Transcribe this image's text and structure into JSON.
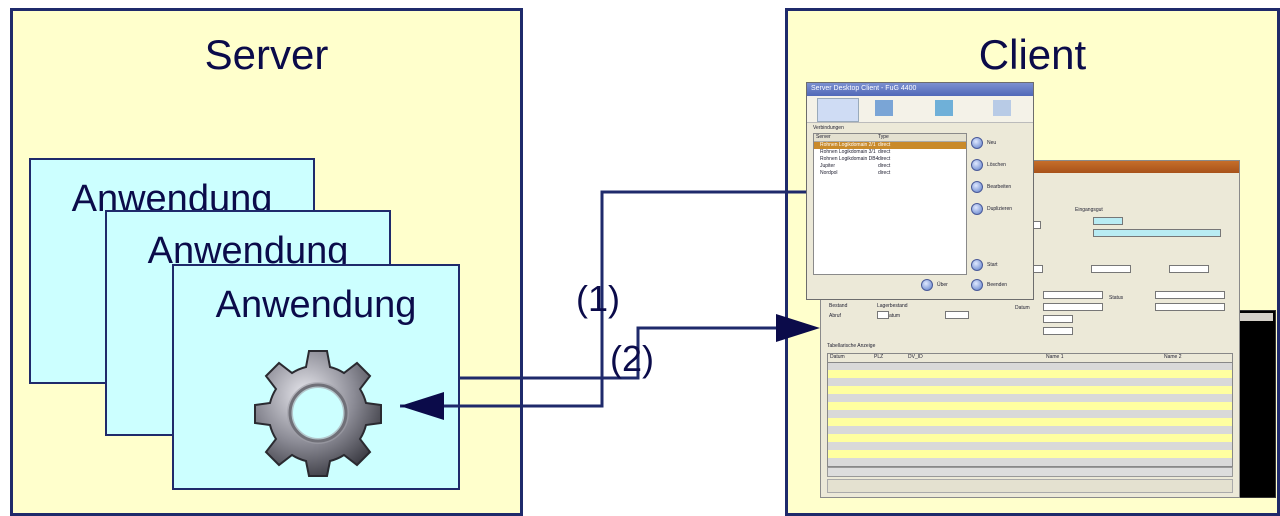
{
  "server": {
    "title": "Server"
  },
  "client": {
    "title": "Client"
  },
  "applications": [
    {
      "label": "Anwendung"
    },
    {
      "label": "Anwendung"
    },
    {
      "label": "Anwendung"
    }
  ],
  "arrows": {
    "step1": "(1)",
    "step2": "(2)"
  },
  "icons": {
    "app_icon": "gear-icon"
  },
  "colors": {
    "box_fill": "#ffffcc",
    "app_fill": "#ccffff",
    "line": "#1f2a6b"
  },
  "client_window_main": {
    "title": "Server Desktop Client - FuG 4400",
    "section": "Verbindungen",
    "columns": [
      "Server",
      "Type"
    ],
    "rows": [
      {
        "name": "Rohnen Logikdomain 2/1",
        "type": "direct"
      },
      {
        "name": "Rohnen Logikdomain 3/1",
        "type": "direct"
      },
      {
        "name": "Rohnen Logikdomain DB4",
        "type": "direct"
      },
      {
        "name": "Jupiter",
        "type": "direct"
      },
      {
        "name": "Nordpol",
        "type": "direct"
      }
    ],
    "buttons": [
      "Neu",
      "Löschen",
      "Bearbeiten",
      "Duplizieren",
      "Start",
      "Über",
      "Beenden"
    ]
  },
  "client_window_back": {
    "fields": [
      "Bestand",
      "Lagerbestand",
      "Abruf",
      "Prüfdatum",
      "Datum",
      "Status"
    ],
    "group": "Eingangsgut",
    "table_title": "Tabellarische Anzeige",
    "columns": [
      "Datum",
      "PLZ",
      "DV_ID",
      "Name 1",
      "Name 2"
    ]
  }
}
